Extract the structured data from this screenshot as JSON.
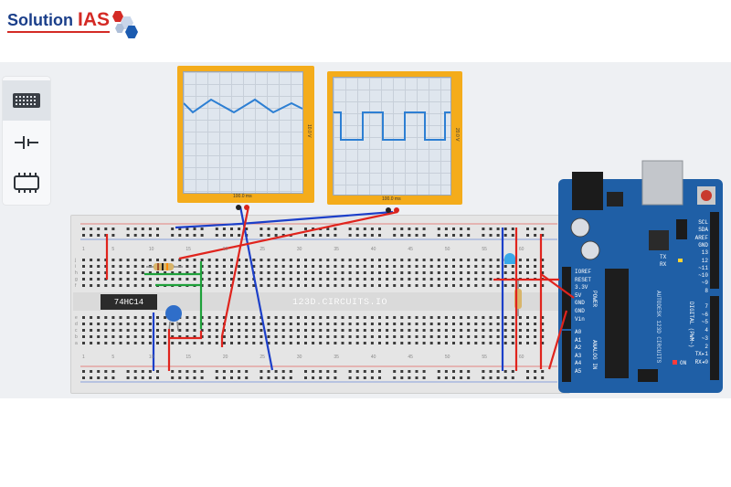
{
  "logo": {
    "word1": "Solution",
    "word2": "IAS"
  },
  "toolbar": {
    "items": [
      "breadboard",
      "battery",
      "chip"
    ]
  },
  "scope1": {
    "time_label": "100.0 ms",
    "volt_label": "10.0 V"
  },
  "scope2": {
    "time_label": "100.0 ms",
    "volt_label": "20.0 V"
  },
  "breadboard": {
    "watermark": "123D.CIRCUITS.IO",
    "row_numbers": [
      "1",
      "5",
      "10",
      "15",
      "20",
      "25",
      "30",
      "35",
      "40",
      "45",
      "50",
      "55",
      "60"
    ],
    "row_letters": [
      "a",
      "b",
      "c",
      "d",
      "e",
      "f",
      "g",
      "h",
      "i",
      "j"
    ]
  },
  "chip": {
    "label": "74HC14"
  },
  "arduino": {
    "power_pins": [
      "IOREF",
      "RESET",
      "3.3V",
      "5V",
      "GND",
      "GND",
      "Vin"
    ],
    "analog_pins": [
      "A0",
      "A1",
      "A2",
      "A3",
      "A4",
      "A5"
    ],
    "digital_right": [
      "SCL",
      "SDA",
      "AREF",
      "GND",
      "13",
      "12",
      "~11",
      "~10",
      "~9",
      "8",
      "7",
      "~6",
      "~5",
      "4",
      "~3",
      "2",
      "TX▸1",
      "RX◂0"
    ],
    "power_header": "POWER",
    "analog_header": "ANALOG IN",
    "digital_header": "DIGITAL (PWM~)",
    "tx": "TX",
    "rx": "RX",
    "on": "ON",
    "brand": "AUTODESK 123D CIRCUITS"
  }
}
